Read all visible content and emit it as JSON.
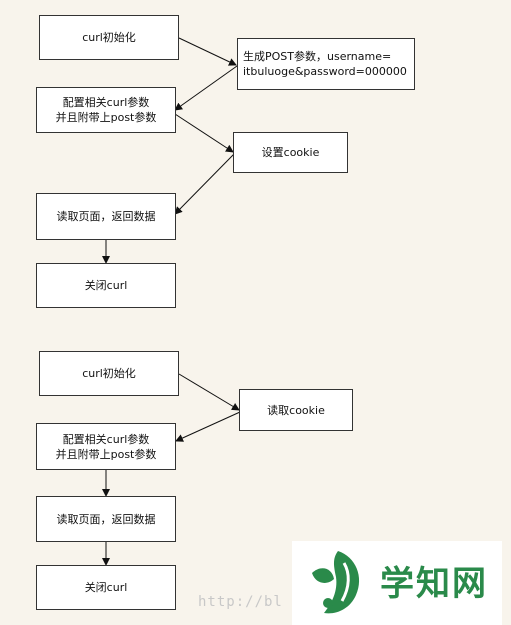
{
  "flow1": {
    "init": "curl初始化",
    "gen_params": "生成POST参数，username=\nitbuluoge&password=000000",
    "config": "配置相关curl参数\n并且附带上post参数",
    "set_cookie": "设置cookie",
    "read": "读取页面，返回数据",
    "close": "关闭curl"
  },
  "flow2": {
    "init": "curl初始化",
    "read_cookie": "读取cookie",
    "config": "配置相关curl参数\n并且附带上post参数",
    "read": "读取页面，返回数据",
    "close": "关闭curl"
  },
  "watermark": {
    "url": "http://bl",
    "brand": "学知网"
  },
  "colors": {
    "background": "#f8f4ec",
    "box_border": "#333333",
    "brand_green": "#2a8a4a"
  }
}
